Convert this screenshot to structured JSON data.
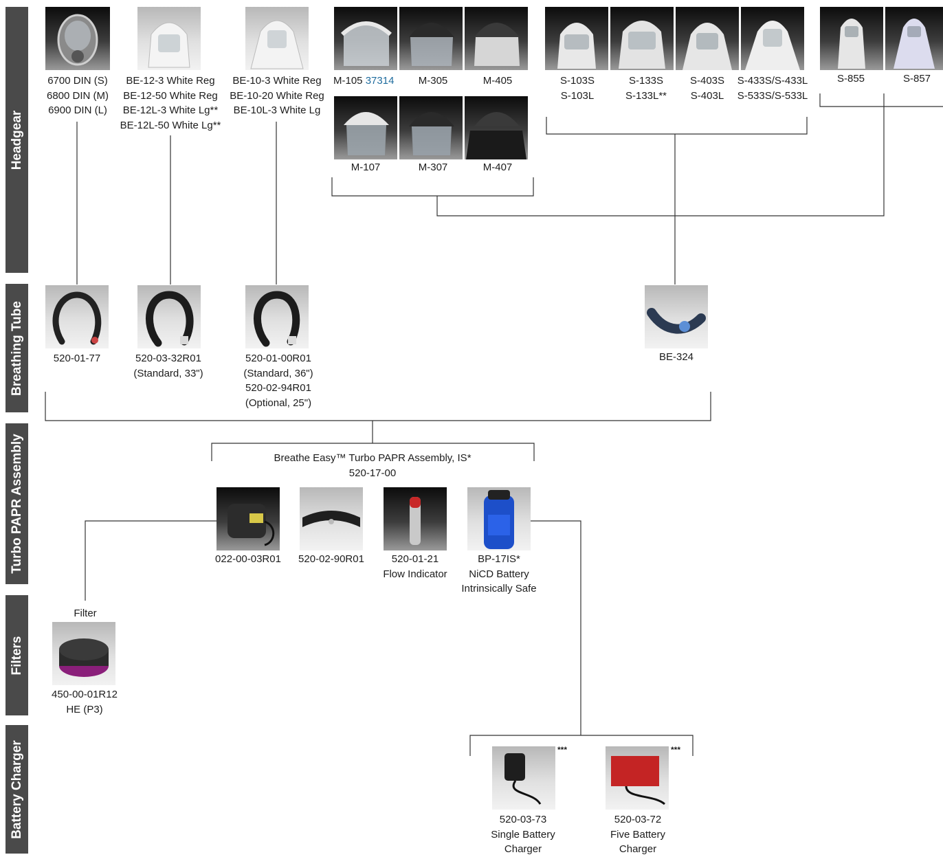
{
  "sections": {
    "headgear": "Headgear",
    "breathing_tube": "Breathing Tube",
    "turbo_papr": "Turbo PAPR Assembly",
    "filters": "Filters",
    "battery_charger": "Battery Charger"
  },
  "headgear": {
    "fullface": [
      "6700 DIN (S)",
      "6800 DIN (M)",
      "6900 DIN (L)"
    ],
    "be12": [
      "BE-12-3 White Reg",
      "BE-12-50 White Reg",
      "BE-12L-3 White Lg**",
      "BE-12L-50 White Lg**"
    ],
    "be10": [
      "BE-10-3 White Reg",
      "BE-10-20 White Reg",
      "BE-10L-3 White Lg"
    ],
    "m105": "M-105",
    "m105_link": "37314",
    "m305": "M-305",
    "m405": "M-405",
    "m107": "M-107",
    "m307": "M-307",
    "m407": "M-407",
    "s103": [
      "S-103S",
      "S-103L"
    ],
    "s133": [
      "S-133S",
      "S-133L**"
    ],
    "s403": [
      "S-403S",
      "S-403L"
    ],
    "s433": [
      "S-433S/S-433L",
      "S-533S/S-533L"
    ],
    "s855": "S-855",
    "s857": "S-857"
  },
  "tubes": {
    "t1": [
      "520-01-77"
    ],
    "t2": [
      "520-03-32R01",
      "(Standard, 33\")"
    ],
    "t3": [
      "520-01-00R01",
      "(Standard, 36\")",
      "520-02-94R01",
      "(Optional, 25\")"
    ],
    "t4": [
      "BE-324"
    ]
  },
  "assembly": {
    "title": "Breathe Easy™ Turbo PAPR Assembly, IS*",
    "part": "520-17-00",
    "blower": [
      "022-00-03R01"
    ],
    "belt": [
      "520-02-90R01"
    ],
    "flow": [
      "520-01-21",
      "Flow Indicator"
    ],
    "battery": [
      "BP-17IS*",
      "NiCD Battery",
      "Intrinsically Safe"
    ]
  },
  "filter": {
    "heading": "Filter",
    "label": [
      "450-00-01R12",
      "HE (P3)"
    ]
  },
  "chargers": {
    "single": [
      "520-03-73",
      "Single Battery",
      "Charger"
    ],
    "five": [
      "520-03-72",
      "Five Battery",
      "Charger"
    ],
    "marker": "***"
  }
}
